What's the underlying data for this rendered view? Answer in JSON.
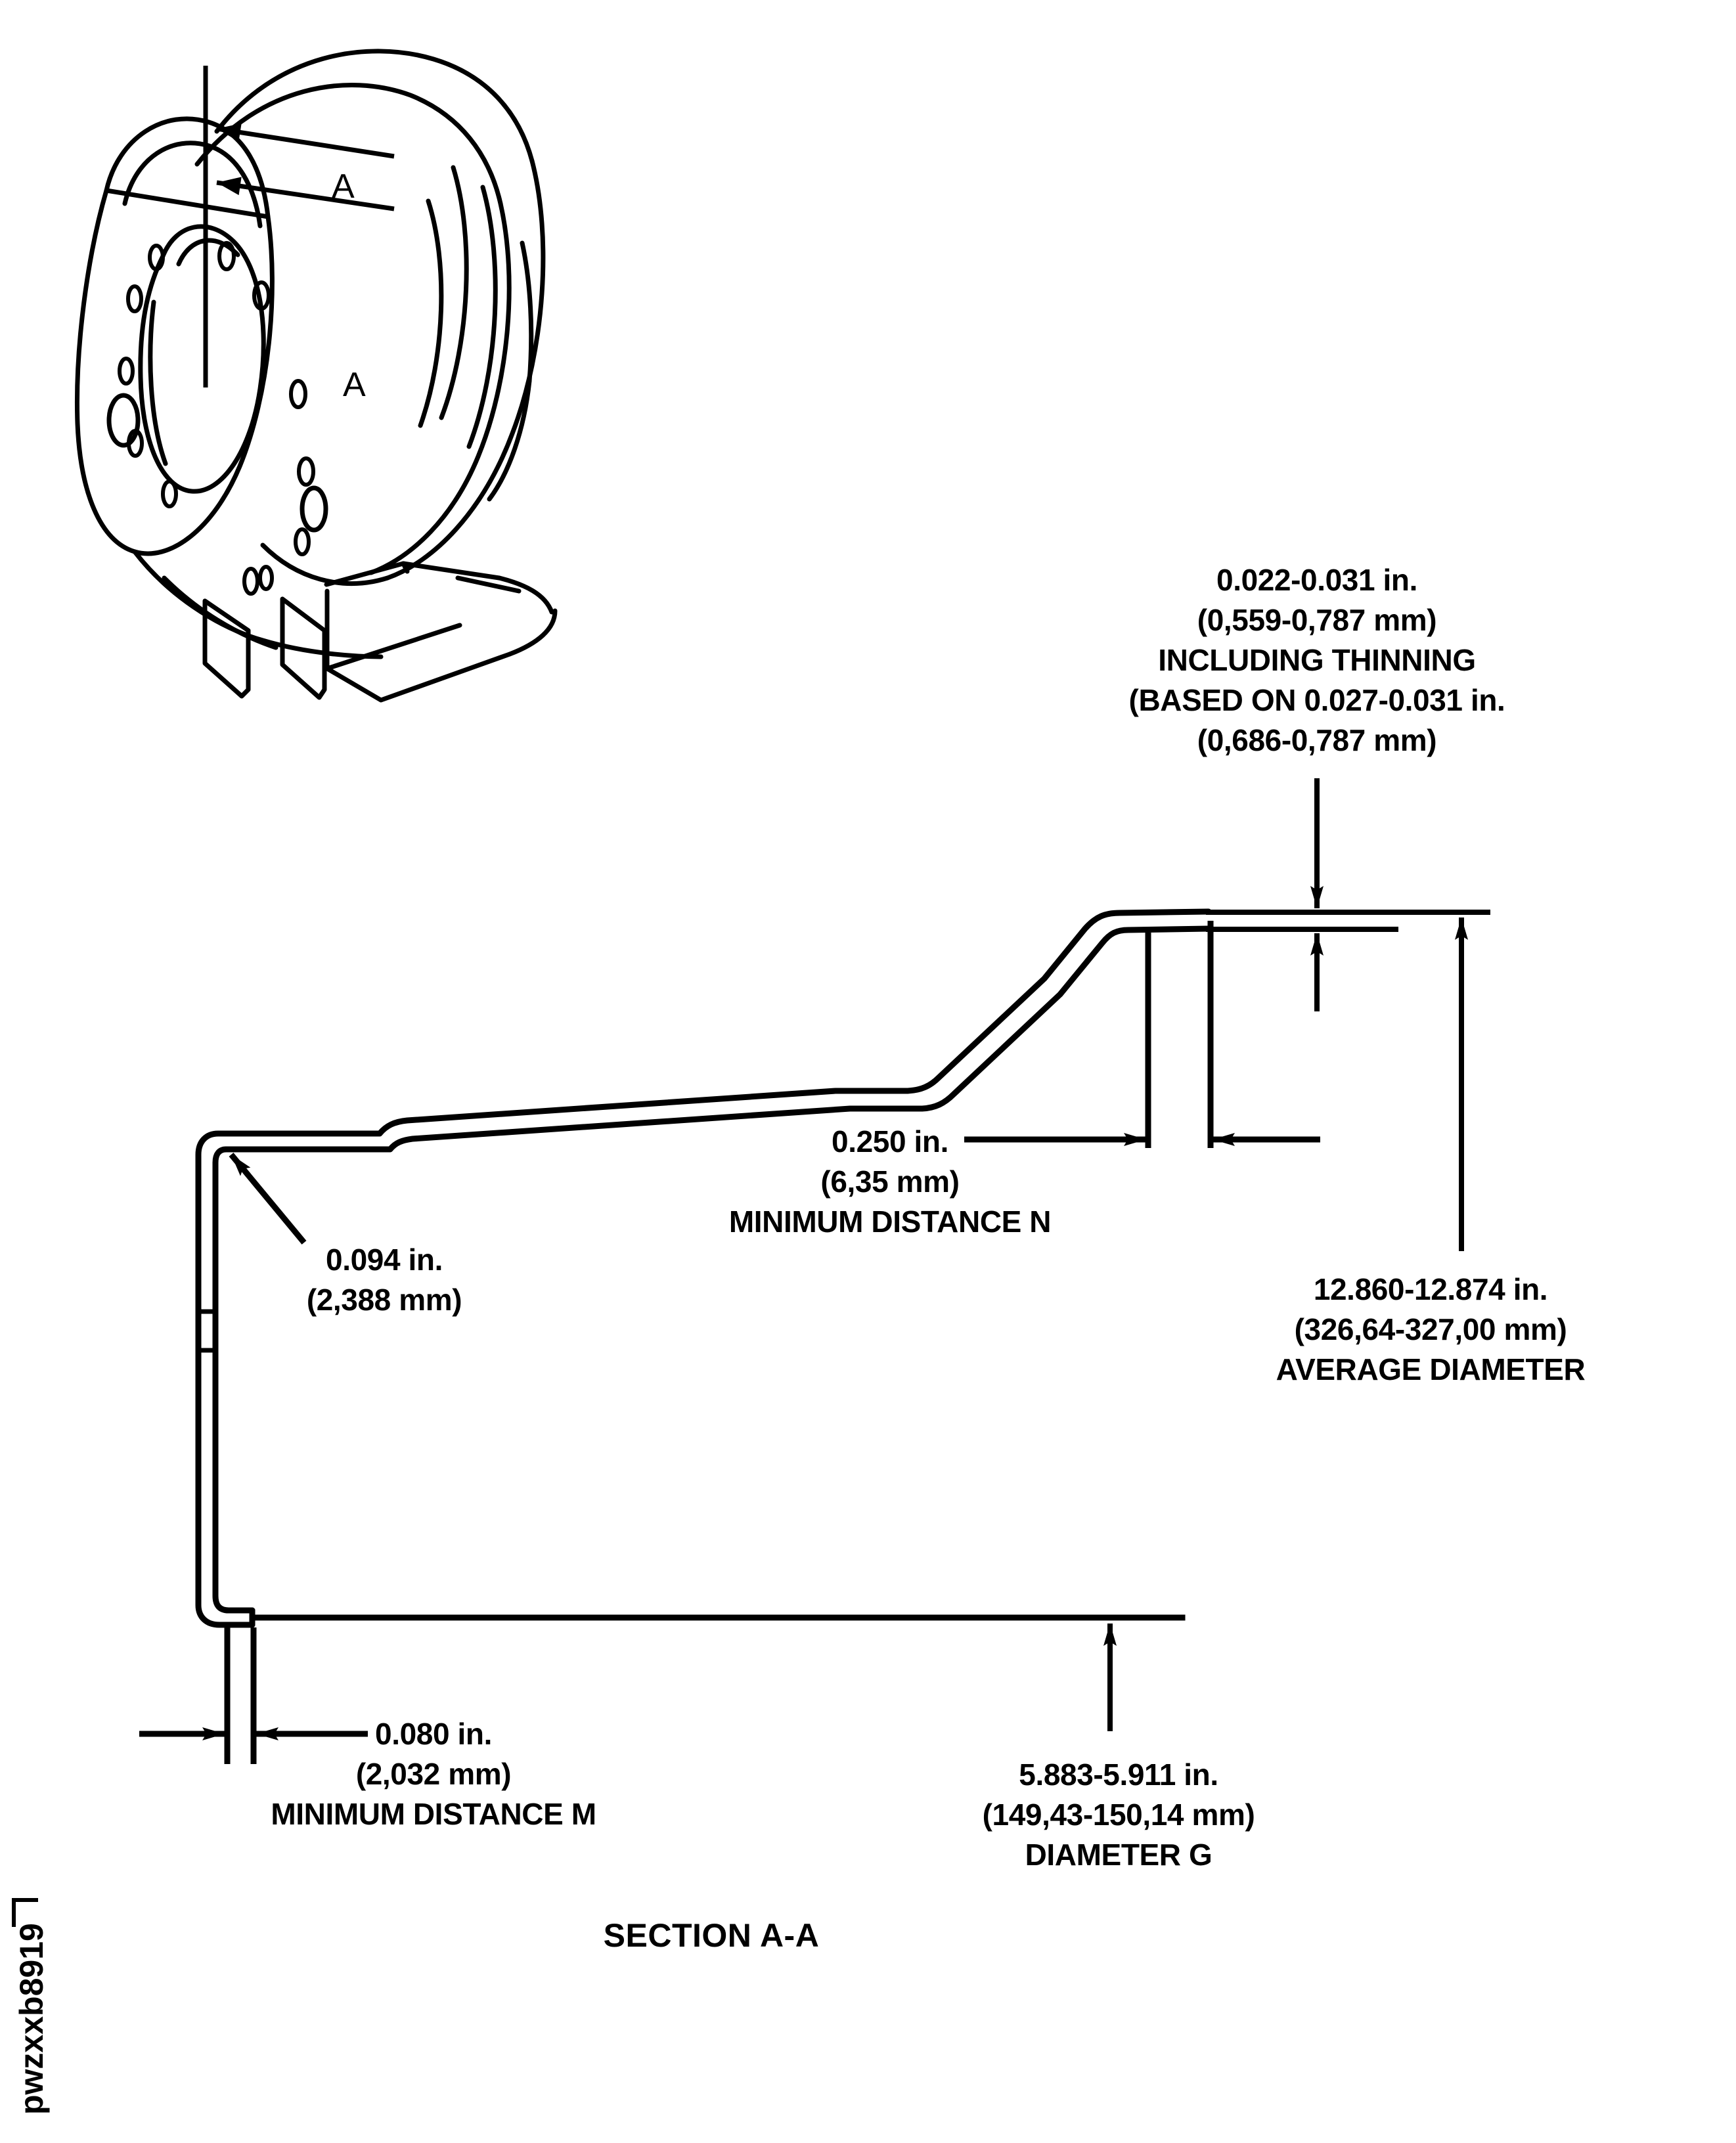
{
  "document": {
    "type": "engineering-drawing",
    "subject": "wheel-rim-cross-section",
    "section_title": "SECTION A-A",
    "watermark_id": "pwzxxb8919",
    "ink_color": "#000000",
    "paper_color": "#ffffff"
  },
  "isometric_view": {
    "name": "wheel-rim-isometric",
    "section_marks": [
      {
        "label": "A",
        "position": "upper"
      },
      {
        "label": "A",
        "position": "lower"
      }
    ]
  },
  "callouts": {
    "thickness_top": {
      "name": "rim-flange-thickness",
      "lines": [
        "0.022-0.031 in.",
        "(0,559-0,787 mm)",
        "INCLUDING THINNING",
        "(BASED ON 0.027-0.031 in.",
        "(0,686-0,787 mm)"
      ]
    },
    "bead_seat_width": {
      "name": "minimum-distance-n",
      "lines": [
        "0.250 in.",
        "(6,35 mm)",
        "MINIMUM DISTANCE N"
      ]
    },
    "wall_thickness": {
      "name": "web-thickness",
      "lines": [
        "0.094 in.",
        "(2,388 mm)"
      ]
    },
    "average_diameter": {
      "name": "average-diameter",
      "lines": [
        "12.860-12.874 in.",
        "(326,64-327,00 mm)",
        "AVERAGE DIAMETER"
      ]
    },
    "minimum_distance_m": {
      "name": "minimum-distance-m",
      "lines": [
        "0.080 in.",
        "(2,032 mm)",
        "MINIMUM DISTANCE M"
      ]
    },
    "diameter_g": {
      "name": "diameter-g",
      "lines": [
        "5.883-5.911 in.",
        "(149,43-150,14 mm)",
        "DIAMETER G"
      ]
    }
  }
}
